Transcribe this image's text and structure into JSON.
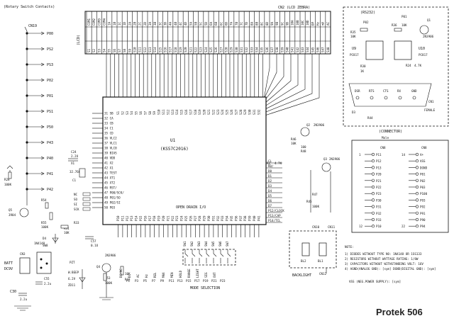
{
  "title": "Protek 506",
  "header": {
    "rotary_switch": "(Rotary Switch Contacts)",
    "lcd": "CN2 (LCD ZEBRA)",
    "lcd_side": "(LCD)",
    "rs232": "(RS232)",
    "connector": "(CONNECTOR)",
    "male": "Male"
  },
  "chip": {
    "name": "U1",
    "part": "(KS57C2016)",
    "io_label": "OPEN DRAIN I/O",
    "left_pins": [
      "31 SB",
      "32 CA",
      "33 CB",
      "34 C1",
      "35 CD",
      "36 VLC2",
      "37 VLC1",
      "38 VLC0",
      "39 BIAS",
      "40 VDD",
      "41 X2",
      "42 X1",
      "43 TEST",
      "44 XT1",
      "45 XT2",
      "46 RST/",
      "47 P00/SCK/",
      "48 P01/SO",
      "49 P02/SI",
      "50 P03"
    ],
    "right_pins": [
      "CL",
      "RD/",
      "D0",
      "D1",
      "D2",
      "D3",
      "D4",
      "D5",
      "D6",
      "D7",
      "P12/CLOCK",
      "P13/CAP",
      "P14/TCL"
    ],
    "seg_prefix": "S",
    "seg_count": 32
  },
  "rotary": {
    "connector": "CN19",
    "contacts": [
      "P00",
      "PS2",
      "PS3",
      "P02",
      "P01",
      "PS1",
      "P50",
      "P43",
      "P40",
      "P41",
      "P42"
    ]
  },
  "left_parts": {
    "r28": "R28",
    "r28_val": "100K",
    "r54": "R54",
    "q5": "Q5",
    "q5_part": "3904",
    "r55": "R55",
    "r55_val": "100K",
    "d4": "D4",
    "d4_part": "1N4148",
    "r31": "R31",
    "r31_val": "10K",
    "r33": "R33",
    "c24": "C24",
    "c24_val": "2.2U",
    "xt": "32.768K",
    "x1": "X1",
    "c1": "C1",
    "nc_labels": [
      "NC",
      "SO",
      "SI",
      "SCK"
    ],
    "c57": "C57",
    "c57_val": "0.1U"
  },
  "power": {
    "batt": "BATT",
    "batt_v": "DC9V",
    "cn3": "CN3",
    "sw8": "SW8",
    "c55": "C55",
    "c55_val": "2.2u",
    "c30": "C30",
    "c30_val": "2.2u",
    "pzt": "PZT",
    "beep": "W.BEEP",
    "zener": "6.2V",
    "zd": "ZD11",
    "q4": "Q4",
    "q4_part": "2N3906",
    "r53": "R53",
    "r53_val": "100K",
    "r_10k": "10K",
    "r43": "R43"
  },
  "mode": {
    "label": "MODE SELECTION",
    "switches": [
      "SW1",
      "SW2",
      "SW3",
      "SW4",
      "SW5",
      "SW6",
      "SW7"
    ],
    "signals": [
      "DC/AC",
      "DC",
      "AC",
      "Hz",
      "REL",
      "MAX",
      "MIN",
      "HOLD",
      "RANGE",
      "LIGHT",
      "SIG",
      "OUT"
    ],
    "lcd_low": [
      "P1",
      "P3",
      "P5",
      "P7",
      "P9",
      "P11",
      "P13",
      "P15",
      "P17",
      "P19",
      "P21",
      "P23"
    ]
  },
  "lcd_columns": [
    "COM1",
    "COM2",
    "COM3",
    "COM4",
    "1A",
    "1B",
    "1C",
    "1D",
    "2A",
    "2B",
    "2C",
    "2D",
    "3A",
    "3B",
    "3C",
    "3D",
    "4A",
    "4B",
    "4C",
    "4D",
    "5A",
    "5B",
    "5C",
    "5D",
    "6A",
    "6B",
    "6C",
    "6D",
    "7A",
    "7B",
    "7C",
    "7D",
    "8A",
    "8B",
    "8C",
    "8D",
    "9A",
    "9B",
    "9C",
    "9D",
    "10A",
    "10B",
    "10C",
    "10D",
    "DP",
    "Hz",
    "mV",
    "AC"
  ],
  "rs232": {
    "p02": "P02",
    "p01": "P01",
    "r35": "R35",
    "r35_val": "10K",
    "r36": "R36",
    "r36_val": "10K",
    "q1": "Q1",
    "q1_part": "2N3906",
    "u9": "U9",
    "u9_part": "PC817",
    "u10": "U10",
    "u10_part": "PC817",
    "r30": "R30",
    "r30_val": "1K",
    "r24": "R24",
    "r24_val": "4.7K",
    "pins": [
      "DSR",
      "RTS",
      "CTS",
      "RX",
      "GND"
    ],
    "d3": "D3",
    "r44": "R44",
    "cn1": "CN1",
    "cn1_label": "FEMALE"
  },
  "transistors": {
    "q2": "Q2",
    "q2_part": "2N3906",
    "q3": "Q3",
    "q3_part": "2N3906",
    "r46": "R46",
    "r46_val": "10K",
    "r45": "R45",
    "r45_val": "100",
    "r48": "R48",
    "r48_val": "4.7K",
    "r47": "R47",
    "r47_val": "100K",
    "r2": "R2"
  },
  "backlight": {
    "label": "BACKLIGHT",
    "cn10": "CN10",
    "cn11": "CN11",
    "cn12": "CN12",
    "bl2": "BL2",
    "bl1": "BL1"
  },
  "connector_table": {
    "left_header": "CN8",
    "right_header": "CN8",
    "left_pins": [
      "P11",
      "P12",
      "P13",
      "P20",
      "P21",
      "P22",
      "P23",
      "P30",
      "P31",
      "P32",
      "P33",
      "P10"
    ],
    "right_pins": [
      "V+",
      "VSS",
      "DGND",
      "P01",
      "P02",
      "P03",
      "P100",
      "P93",
      "P92",
      "P91",
      "P90",
      "P94"
    ],
    "left_numbers": [
      "1",
      "",
      "",
      "",
      "",
      "",
      "",
      "",
      "",
      "",
      "",
      "12"
    ],
    "right_numbers": [
      "14",
      "",
      "",
      "",
      "",
      "",
      "",
      "",
      "",
      "",
      "",
      "22"
    ]
  },
  "notes": {
    "heading": "NOTE:",
    "lines": [
      "1) DIODES WITHOUT TYPE NO: 1N4148 OR 1SS133",
      "2) RESISTORS WITHOUT WATTAGE RATING: 1/8W",
      "3) CAPACITORS WITHOUT WITHSTANDING VOLT: 16V",
      "4) AGND(ANALOG GND): [sym]   DGND(DIGITAL GND): [sym]"
    ],
    "vss": "VSS (NEG.POWER SUPPLY): [sym]"
  }
}
